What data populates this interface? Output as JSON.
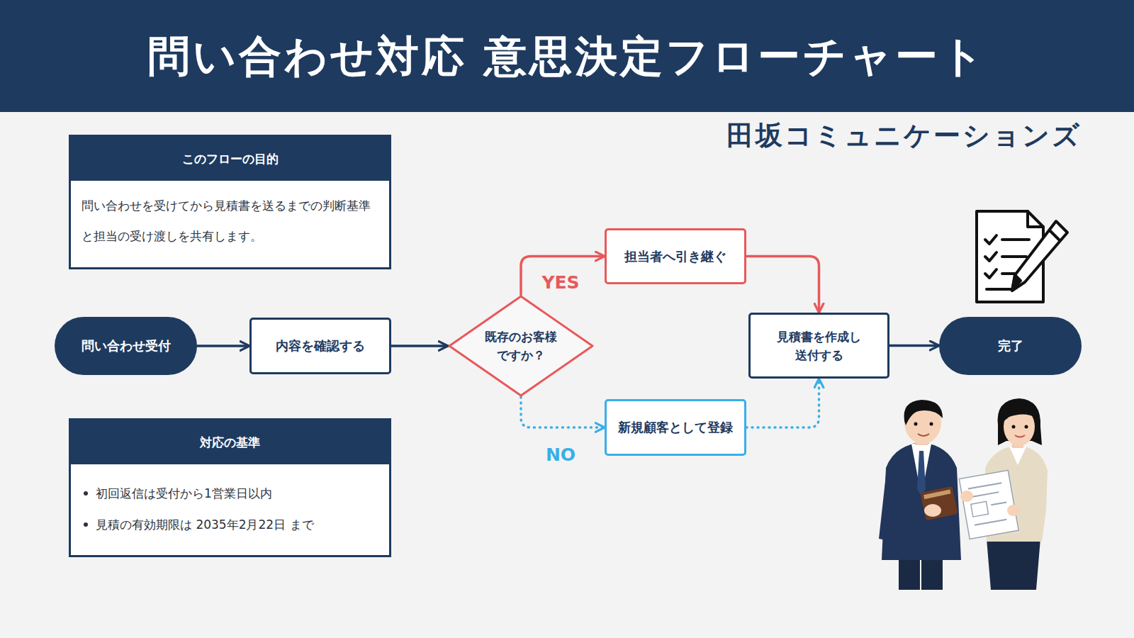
{
  "diagram": {
    "title": "問い合わせ対応 意思決定フローチャート",
    "nodes": [
      {
        "text": [
          "このフローの目的",
          "問い合わせを受けてから見積書を送るまでの判断基準 と担当の受け渡しを共有します。"
        ]
      },
      {
        "text": [
          "問い合わせ受付"
        ]
      },
      {
        "text": [
          "内容を確認する"
        ]
      },
      {
        "text": [
          "既存のお客様 ですか？"
        ]
      },
      {
        "text": [
          "担当者へ引き継ぐ"
        ]
      },
      {
        "text": [
          "新規顧客として登録"
        ]
      },
      {
        "text": [
          "見積書を作成し 送付する"
        ]
      },
      {
        "text": [
          "完了"
        ]
      },
      {
        "text": [
          "対応の基準",
          "初回返信は受付から1営業日以内",
          "見積の有効期限は 2035年2月22日 まで"
        ]
      }
    ],
    "edges": [
      {
        "from": 1,
        "to": 2,
        "arrow": "to"
      },
      {
        "from": 2,
        "to": 3,
        "arrow": "to"
      },
      {
        "from": 3,
        "to": 4,
        "label": "YES",
        "arrow": "to"
      },
      {
        "from": 3,
        "to": 5,
        "label": "NO",
        "arrow": "to"
      },
      {
        "from": 4,
        "to": 6,
        "arrow": "to"
      },
      {
        "from": 5,
        "to": 6,
        "arrow": "to"
      },
      {
        "from": 6,
        "to": 7,
        "arrow": "to"
      }
    ],
    "labels": [
      "田坂コミュニケーションズ"
    ]
  }
}
